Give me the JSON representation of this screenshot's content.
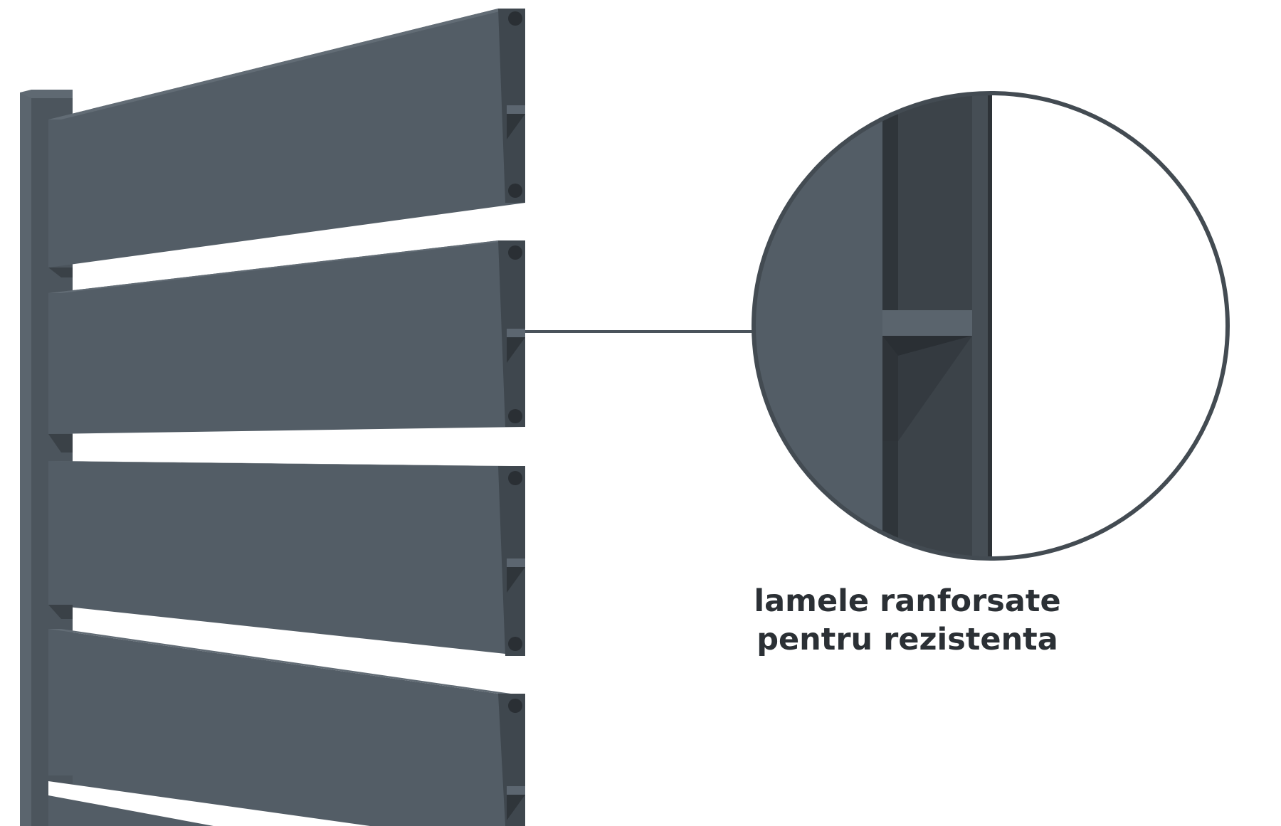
{
  "caption": {
    "line1": "lamele ranforsate",
    "line2": "pentru rezistenta"
  },
  "colors": {
    "slat_face": "#535d66",
    "slat_dark": "#3b4248",
    "post": "#4c555d",
    "outline": "#3f474e",
    "text": "#2b3035",
    "background": "#ffffff"
  },
  "icons": {
    "fence": "fence-illustration",
    "zoom": "magnifier-detail"
  }
}
